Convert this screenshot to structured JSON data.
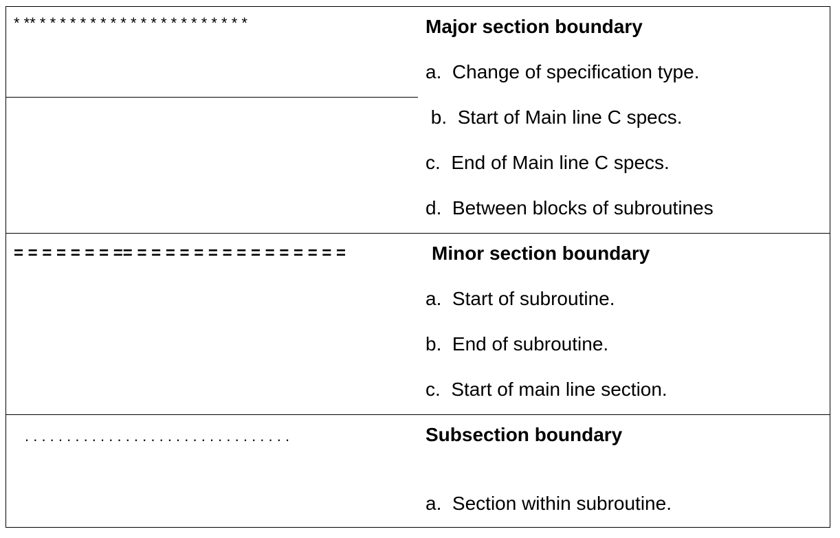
{
  "sections": [
    {
      "marker": "* ** * * * * * * * * * * * * * * * * * * * * *",
      "heading": "Major section boundary",
      "items": [
        "a.  Change of specification type.",
        " b.  Start of Main line C specs.",
        "c.  End of Main line C specs.",
        "d.  Between blocks of subroutines"
      ]
    },
    {
      "marker": "= = = = = = = == = = = = = = = = = = = = = = =",
      "heading": "Minor section boundary",
      "items": [
        "a.  Start of subroutine.",
        "b.  End of subroutine.",
        "c.  Start of main line section."
      ]
    },
    {
      "marker": ". . . . . . . . . . . . . . . . . . . . . . . . . . . . . . . .",
      "heading": "Subsection boundary",
      "items": [
        "a.  Section within subroutine."
      ]
    }
  ]
}
